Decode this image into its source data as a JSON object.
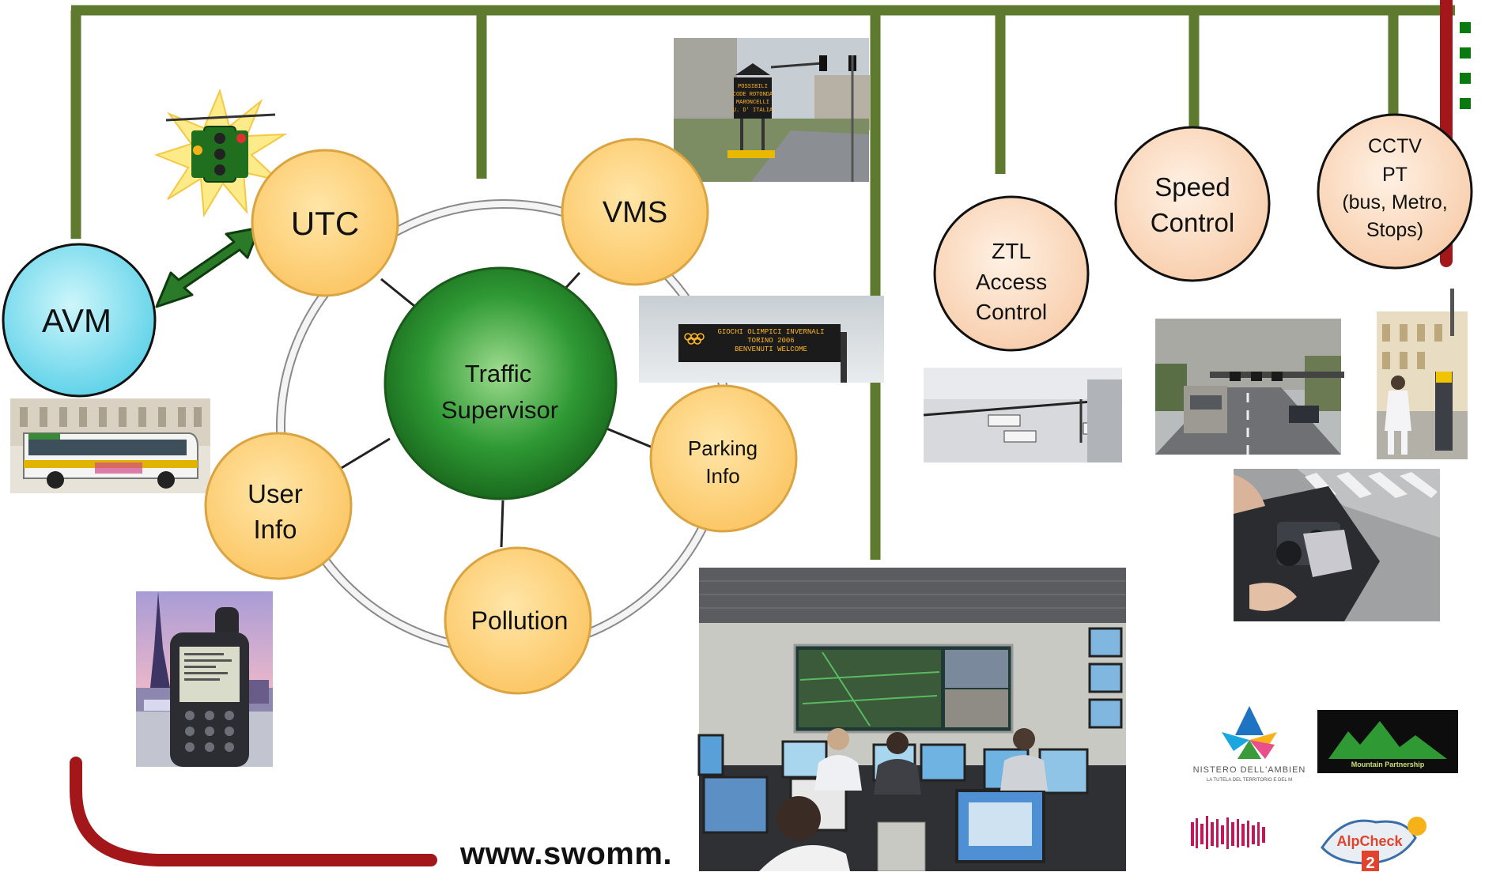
{
  "nodes": {
    "avm": "AVM",
    "utc": "UTC",
    "vms": "VMS",
    "traffic_supervisor": [
      "Traffic",
      "Supervisor"
    ],
    "parking_info": [
      "Parking",
      "Info"
    ],
    "pollution": "Pollution",
    "user_info": [
      "User",
      "Info"
    ],
    "ztl": [
      "ZTL",
      "Access",
      "Control"
    ],
    "speed_control": [
      "Speed",
      "Control"
    ],
    "cctv": [
      "CCTV",
      "PT",
      "(bus, Metro,",
      "Stops)"
    ]
  },
  "photos": {
    "vms_sign_text": [
      "POSSIBILI",
      "CODE ROTONDA",
      "MARONCELLI",
      "U. D' ITALIA"
    ],
    "olympic_sign_text": [
      "GIOCHI OLIMPICI INVERNALI",
      "TORINO 2006",
      "BENVENUTI WELCOME"
    ]
  },
  "footer_url": "www.swomm.",
  "logos": {
    "ministry": [
      "NISTERO DELL'AMBIEN",
      "LA TUTELA DEL TERRITORIO E DEL M"
    ],
    "mountain_partnership": "Mountain Partnership",
    "alpcheck": [
      "AlpCheck",
      "2"
    ]
  },
  "colors": {
    "bus_line": "#5e7a2e",
    "red_line": "#a3171b",
    "node_fill": "#fdd27a",
    "node_stroke": "#d9a441",
    "supervisor": "#2e8b2e",
    "avm_fill": "#7fe0f0",
    "field_node_fill": "#fbd6b8"
  }
}
